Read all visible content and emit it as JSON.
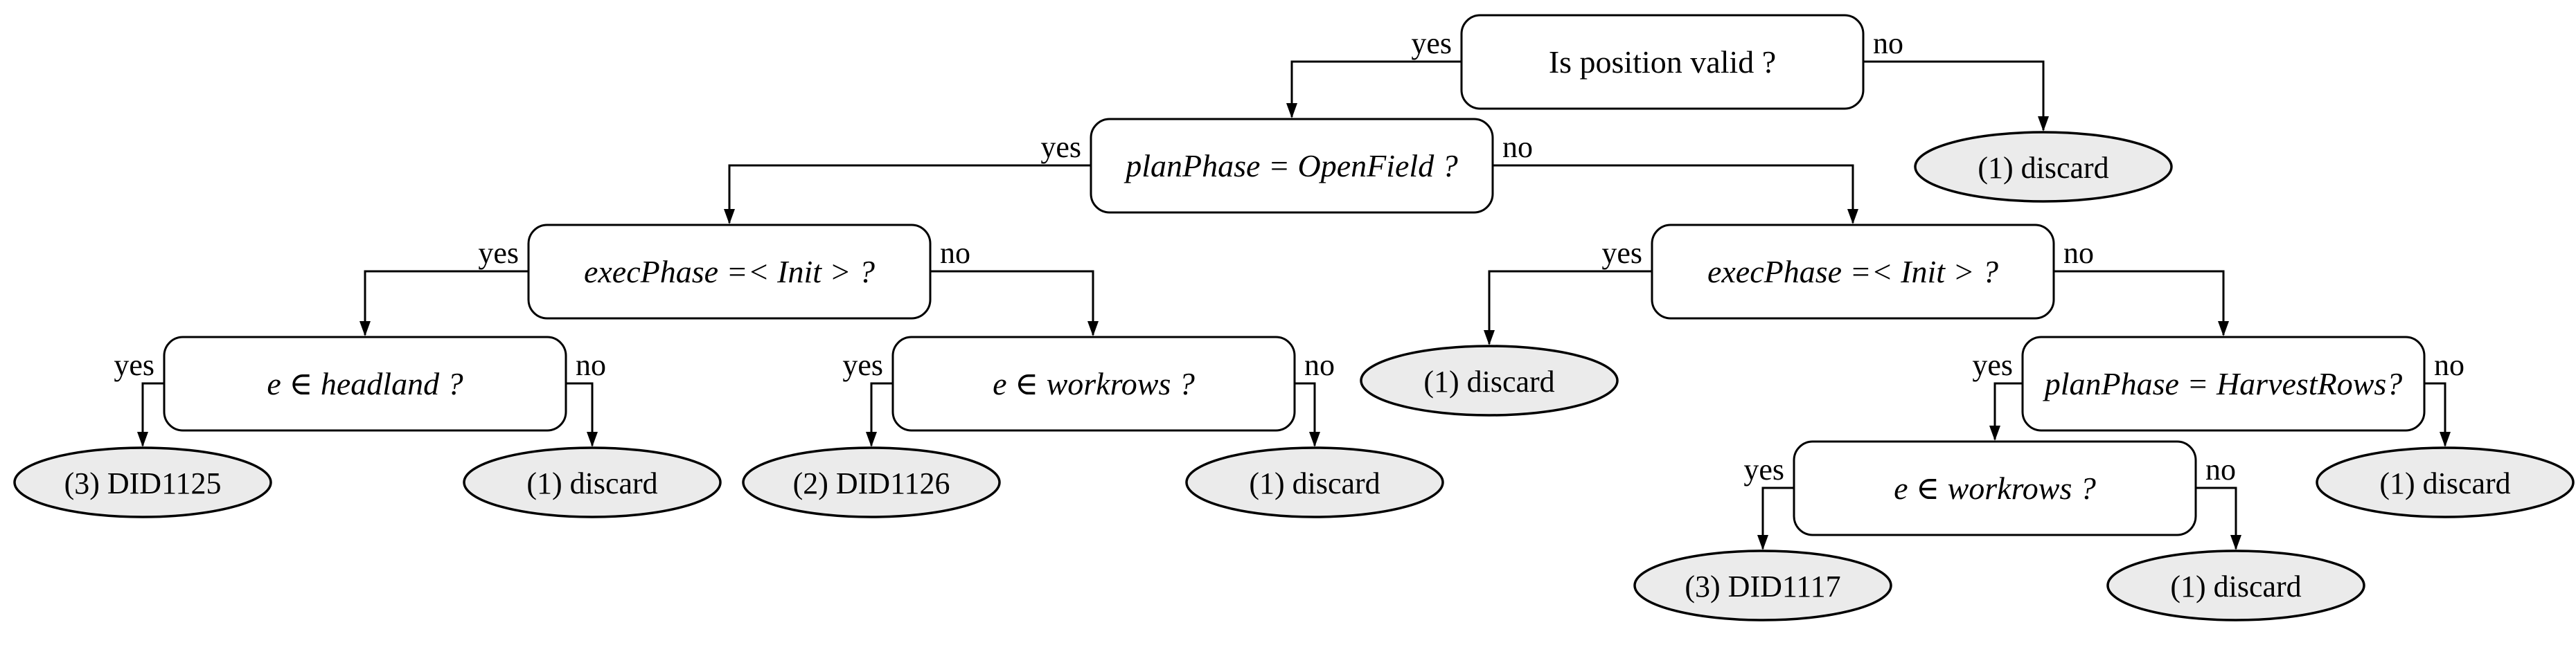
{
  "diagram": {
    "type": "decision-tree",
    "colors": {
      "background": "#ffffff",
      "decision_fill": "#ffffff",
      "leaf_fill": "#ebebeb",
      "stroke": "#000000"
    },
    "nodes": {
      "root": {
        "label": "Is position valid ?",
        "type": "decision"
      },
      "plan_open_field": {
        "label": "planPhase = OpenField ?",
        "type": "decision"
      },
      "exec_init_left": {
        "label": "execPhase =< Init > ?",
        "type": "decision"
      },
      "exec_init_right": {
        "label": "execPhase =< Init > ?",
        "type": "decision"
      },
      "headland": {
        "label": "e ∈ headland ?",
        "type": "decision"
      },
      "workrows_left": {
        "label": "e ∈ workrows ?",
        "type": "decision"
      },
      "plan_harvest_rows": {
        "label": "planPhase = HarvestRows?",
        "type": "decision"
      },
      "workrows_right": {
        "label": "e ∈ workrows ?",
        "type": "decision"
      },
      "discard_root_no": {
        "label": "(1) discard",
        "type": "leaf"
      },
      "discard_exec_right_yes": {
        "label": "(1) discard",
        "type": "leaf"
      },
      "did1125": {
        "label": "(3) DID1125",
        "type": "leaf"
      },
      "discard_headland_no": {
        "label": "(1) discard",
        "type": "leaf"
      },
      "did1126": {
        "label": "(2) DID1126",
        "type": "leaf"
      },
      "discard_workrows_left_no": {
        "label": "(1) discard",
        "type": "leaf"
      },
      "discard_harvest_no": {
        "label": "(1) discard",
        "type": "leaf"
      },
      "did1117": {
        "label": "(3) DID1117",
        "type": "leaf"
      },
      "discard_workrows_right_no": {
        "label": "(1) discard",
        "type": "leaf"
      }
    },
    "edges": [
      {
        "from": "root",
        "to": "plan_open_field",
        "label": "yes"
      },
      {
        "from": "root",
        "to": "discard_root_no",
        "label": "no"
      },
      {
        "from": "plan_open_field",
        "to": "exec_init_left",
        "label": "yes"
      },
      {
        "from": "plan_open_field",
        "to": "exec_init_right",
        "label": "no"
      },
      {
        "from": "exec_init_left",
        "to": "headland",
        "label": "yes"
      },
      {
        "from": "exec_init_left",
        "to": "workrows_left",
        "label": "no"
      },
      {
        "from": "exec_init_right",
        "to": "discard_exec_right_yes",
        "label": "yes"
      },
      {
        "from": "exec_init_right",
        "to": "plan_harvest_rows",
        "label": "no"
      },
      {
        "from": "headland",
        "to": "did1125",
        "label": "yes"
      },
      {
        "from": "headland",
        "to": "discard_headland_no",
        "label": "no"
      },
      {
        "from": "workrows_left",
        "to": "did1126",
        "label": "yes"
      },
      {
        "from": "workrows_left",
        "to": "discard_workrows_left_no",
        "label": "no"
      },
      {
        "from": "plan_harvest_rows",
        "to": "workrows_right",
        "label": "yes"
      },
      {
        "from": "plan_harvest_rows",
        "to": "discard_harvest_no",
        "label": "no"
      },
      {
        "from": "workrows_right",
        "to": "did1117",
        "label": "yes"
      },
      {
        "from": "workrows_right",
        "to": "discard_workrows_right_no",
        "label": "no"
      }
    ]
  }
}
